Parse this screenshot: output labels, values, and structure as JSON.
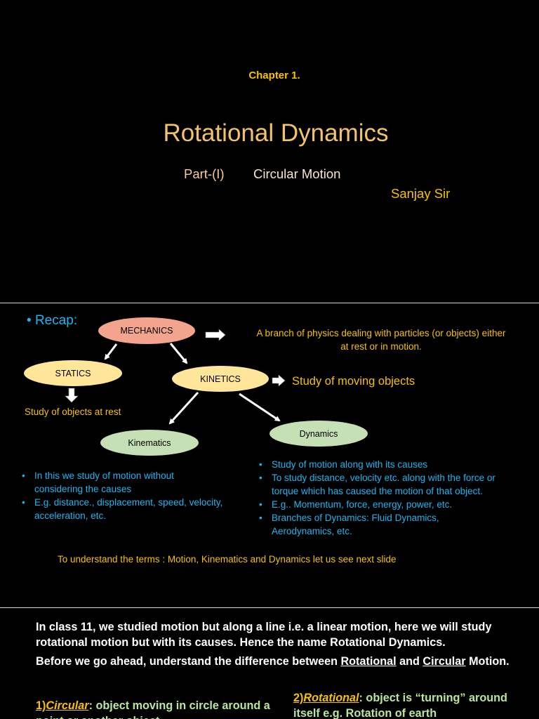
{
  "slide1": {
    "chapter": "Chapter 1.",
    "title": "Rotational Dynamics",
    "part": "Part-(I)",
    "subtitle": "Circular Motion",
    "author": "Sanjay Sir"
  },
  "slide2": {
    "recap": "Recap:",
    "nodes": {
      "mechanics": "MECHANICS",
      "statics": "STATICS",
      "kinetics": "KINETICS",
      "kinematics": "Kinematics",
      "dynamics": "Dynamics"
    },
    "mechanics_definition": "A branch of physics dealing with particles (or objects) either at rest or in motion.",
    "kinetics_note": "Study of moving objects",
    "statics_note": "Study of objects at rest",
    "kinematics_points": [
      "In this we study of motion without considering the causes",
      "E.g. distance., displacement, speed, velocity, acceleration, etc."
    ],
    "dynamics_points": [
      "Study of motion along with its causes",
      "To study distance, velocity etc. along with the force or torque which has caused the motion of that object.",
      "E.g.. Momentum, force, energy, power, etc.",
      "Branches of Dynamics: Fluid Dynamics, Aerodynamics, etc."
    ],
    "next_slide_note": "To understand the terms : Motion, Kinematics and Dynamics let us see next slide"
  },
  "slide3": {
    "intro": "In class 11, we studied motion but along a line i.e. a linear motion, here we will study rotational motion but with its causes. Hence the name Rotational Dynamics.",
    "difference_prefix": "Before we go ahead, understand the difference between ",
    "rotational_word": "Rotational",
    "and_word": " and ",
    "circular_word": "Circular",
    "difference_suffix": " Motion.",
    "circular_number": "1)",
    "circular_label": "Circular",
    "circular_text": ": object moving in circle around a point or another object",
    "rotational_number": "2)",
    "rotational_label": "Rotational",
    "rotational_text": ": object is “turning” around itself  e.g. Rotation of earth"
  }
}
